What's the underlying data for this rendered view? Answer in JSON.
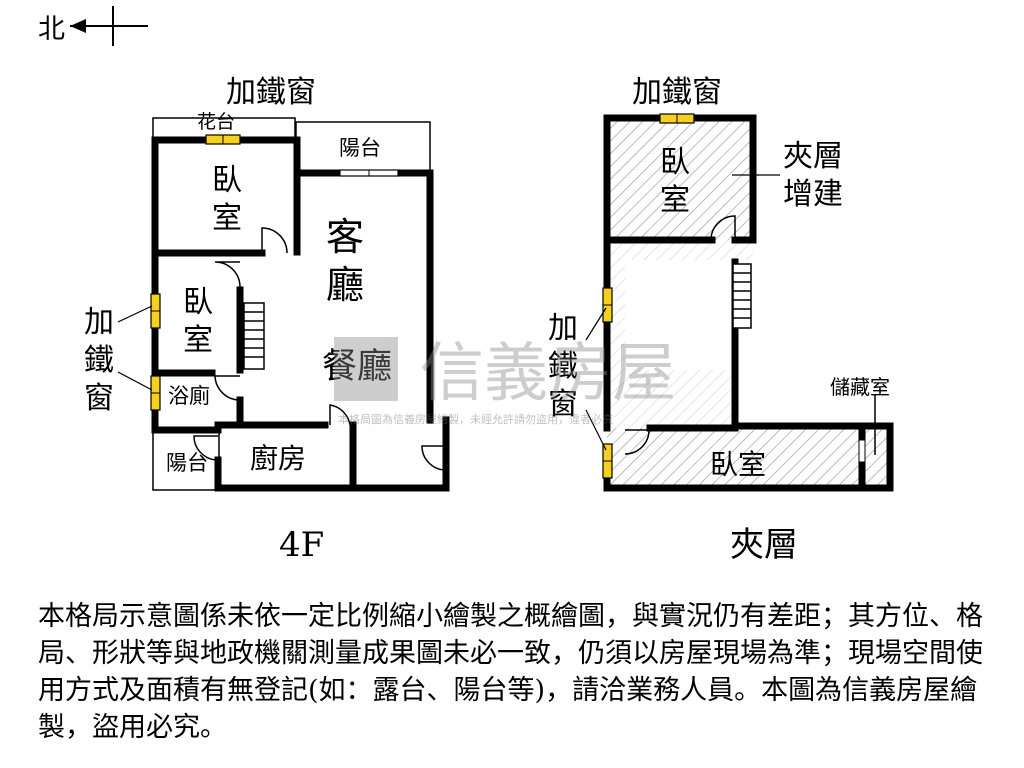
{
  "compass": {
    "north": "北"
  },
  "floor_4f": {
    "caption": "4F",
    "window_top": "加鐵窗",
    "window_left": [
      "加",
      "鐵",
      "窗"
    ],
    "flower_bed": "花台",
    "balcony_top": "陽台",
    "bedroom_1": [
      "臥",
      "室"
    ],
    "living_room": [
      "客",
      "廳"
    ],
    "bedroom_2": [
      "臥",
      "室"
    ],
    "dining_room": "餐廳",
    "bathroom": "浴廁",
    "balcony_bottom": "陽台",
    "kitchen": "廚房"
  },
  "mezzanine": {
    "caption": "夾層",
    "window_top": "加鐵窗",
    "window_left": [
      "加",
      "鐵",
      "窗"
    ],
    "bedroom_top": [
      "臥",
      "室"
    ],
    "extension_note": [
      "夾層",
      "增建"
    ],
    "storage": "儲藏室",
    "bedroom_bottom": "臥室"
  },
  "watermark": {
    "brand": "信義房屋",
    "notice": "本格局圖為信義房屋繪製，未經允許請勿盜用，違者必究"
  },
  "disclaimer": "本格局示意圖係未依一定比例縮小繪製之概繪圖，與實況仍有差距；其方位、格局、形狀等與地政機關測量成果圖未必一致，仍須以房屋現場為準；現場空間使用方式及面積有無登記(如：露台、陽台等)，請洽業務人員。本圖為信義房屋繪製，盜用必究。"
}
